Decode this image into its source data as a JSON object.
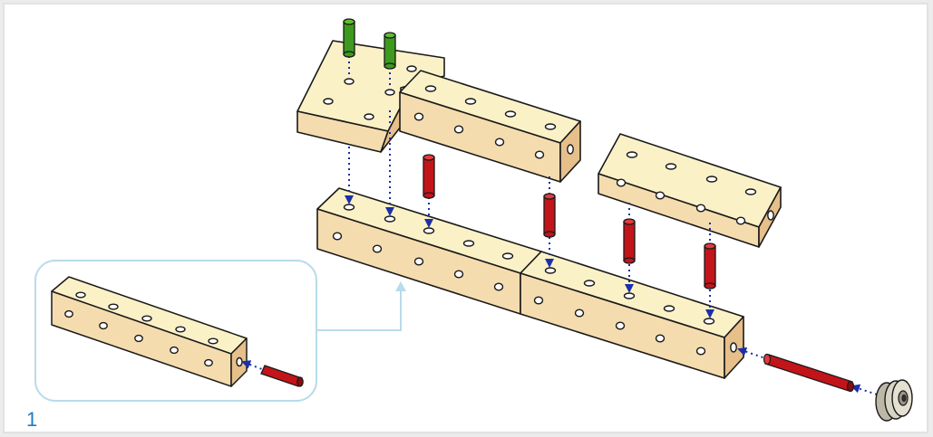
{
  "step": {
    "number": "1"
  },
  "colors": {
    "block_top": "#fbf1c7",
    "block_front": "#f5dcae",
    "block_side": "#e6bf8a",
    "outline": "#1a1a1a",
    "green_peg": "#3d9a1f",
    "red_peg": "#c3141a",
    "guide_line": "#1a2fa8",
    "callout": "#b8dcea",
    "step_number": "#1f7bc4",
    "wheel": "#d8d4c4"
  },
  "parts": {
    "green_pegs": 2,
    "red_short_pegs": 4,
    "red_axle": 1,
    "wheel": 1,
    "blocks": 5
  }
}
